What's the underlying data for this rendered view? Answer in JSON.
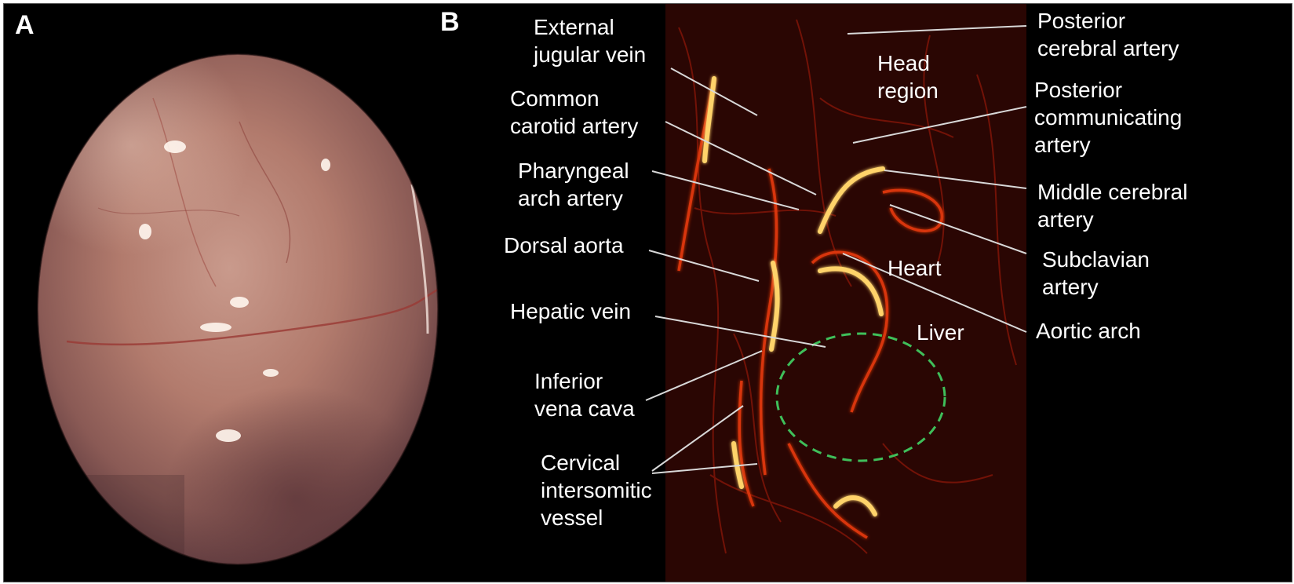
{
  "panels": {
    "a": {
      "letter": "A"
    },
    "b": {
      "letter": "B"
    }
  },
  "labels": {
    "external_jugular_vein": [
      "External",
      "jugular vein"
    ],
    "common_carotid_artery": [
      "Common",
      "carotid artery"
    ],
    "pharyngeal_arch_artery": [
      "Pharyngeal",
      "arch artery"
    ],
    "dorsal_aorta": [
      "Dorsal aorta"
    ],
    "hepatic_vein": [
      "Hepatic vein"
    ],
    "inferior_vena_cava": [
      "Inferior",
      "vena cava"
    ],
    "cervical_intersomitic_vessel": [
      "Cervical",
      "intersomitic",
      "vessel"
    ],
    "head_region": [
      "Head",
      "region"
    ],
    "heart": [
      "Heart"
    ],
    "liver": [
      "Liver"
    ],
    "posterior_cerebral_artery": [
      "Posterior",
      "cerebral artery"
    ],
    "posterior_communicating_artery": [
      "Posterior",
      "communicating",
      "artery"
    ],
    "middle_cerebral_artery": [
      "Middle cerebral",
      "artery"
    ],
    "subclavian_artery": [
      "Subclavian",
      "artery"
    ],
    "aortic_arch": [
      "Aortic arch"
    ]
  },
  "colors": {
    "background": "#000000",
    "label_text": "#ffffff",
    "leader_line": "#d8d8d8",
    "vessel_bright": "#ffd36b",
    "vessel_mid": "#e0400f",
    "vessel_dark": "#5a0a05",
    "liver_outline": "#3fbf5a",
    "embryo_tissue": "#b57a6e"
  }
}
